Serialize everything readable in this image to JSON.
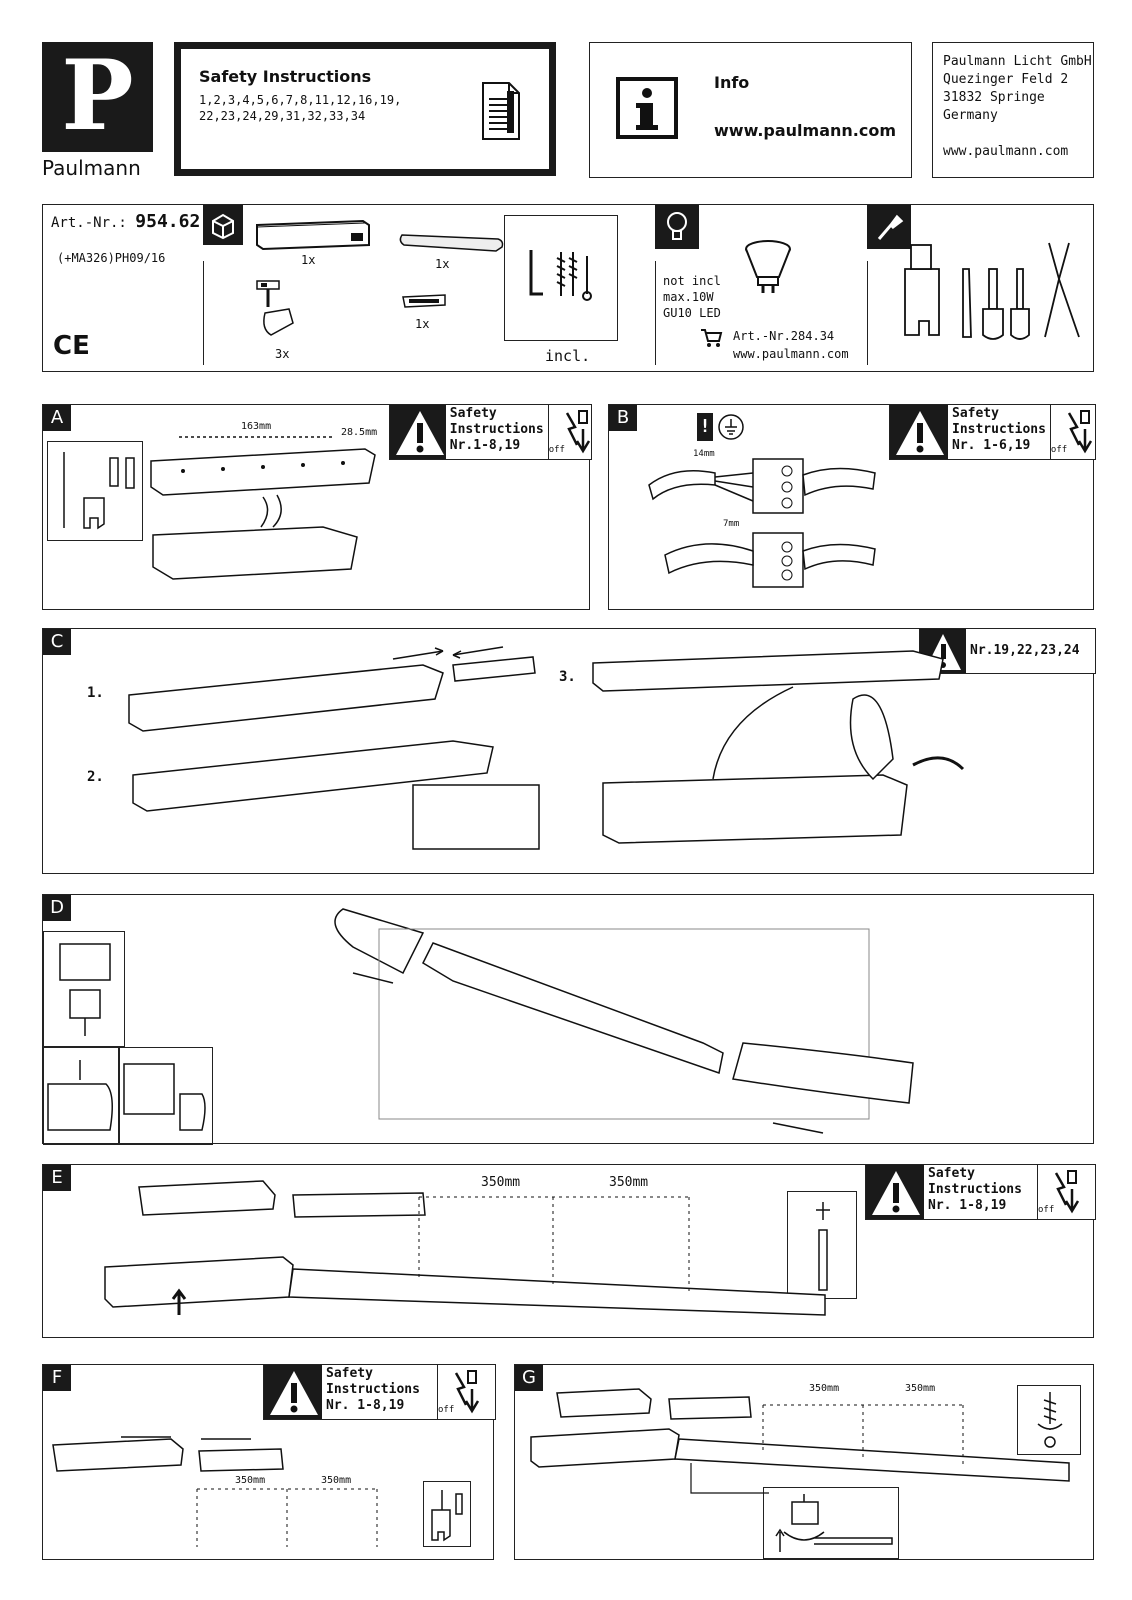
{
  "brand": {
    "name": "Paulmann",
    "logo_letter": "P"
  },
  "safety_header": {
    "title": "Safety Instructions",
    "numbers_line1": "1,2,3,4,5,6,7,8,11,12,16,19,",
    "numbers_line2": "22,23,24,29,31,32,33,34"
  },
  "info": {
    "title": "Info",
    "url": "www.paulmann.com"
  },
  "address": {
    "line1": "Paulmann Licht GmbH",
    "line2": "Quezinger Feld 2",
    "line3": "31832 Springe",
    "line4": "Germany",
    "web": "www.paulmann.com"
  },
  "article": {
    "label": "Art.-Nr.:",
    "number": "954.62",
    "code": "(+MA326)PH09/16",
    "ce": "CE"
  },
  "parts": {
    "qty_driver": "1x",
    "qty_rail": "1x",
    "qty_spots": "3x",
    "qty_connector": "1x",
    "incl": "incl."
  },
  "lamp": {
    "line1": "not incl",
    "line2": "max.10W",
    "line3": "GU10 LED",
    "art": "Art.-Nr.284.34",
    "url": "www.paulmann.com"
  },
  "sections": {
    "A": {
      "label": "A",
      "dim1": "163mm",
      "dim2": "28.5mm",
      "safety": "Safety",
      "instr": "Instructions",
      "nr": "Nr.1-8,19",
      "off": "off"
    },
    "B": {
      "label": "B",
      "dim1": "14mm",
      "dim2": "7mm",
      "safety": "Safety",
      "instr": "Instructions",
      "nr": "Nr. 1-6,19",
      "off": "off"
    },
    "C": {
      "label": "C",
      "step1": "1.",
      "step2": "2.",
      "step3": "3.",
      "nr": "Nr.19,22,23,24"
    },
    "D": {
      "label": "D"
    },
    "E": {
      "label": "E",
      "dim1": "350mm",
      "dim2": "350mm",
      "safety": "Safety",
      "instr": "Instructions",
      "nr": "Nr.  1-8,19",
      "off": "off"
    },
    "F": {
      "label": "F",
      "dim1": "350mm",
      "dim2": "350mm",
      "safety": "Safety",
      "instr": "Instructions",
      "nr": "Nr.  1-8,19",
      "off": "off"
    },
    "G": {
      "label": "G",
      "dim1": "350mm",
      "dim2": "350mm"
    }
  }
}
